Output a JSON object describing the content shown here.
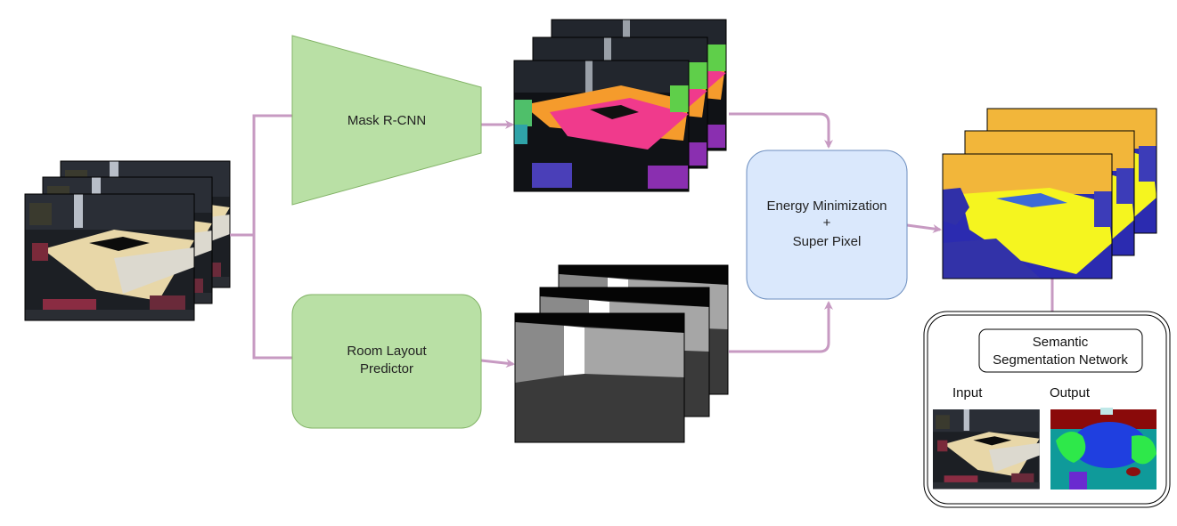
{
  "colors": {
    "arrow": "#c79ac2",
    "green_fill": "#b9e0a5",
    "green_stroke": "#82b366",
    "blue_fill": "#dae8fc",
    "blue_stroke": "#6c8ebf"
  },
  "nodes": {
    "mask_rcnn": "Mask R-CNN",
    "room_layout": [
      "Room Layout",
      "Predictor"
    ],
    "energy": [
      "Energy Minimization",
      "+",
      "Super Pixel"
    ],
    "semantic_net": [
      "Semantic",
      "Segmentation Network"
    ],
    "input_label": "Input",
    "output_label": "Output"
  }
}
